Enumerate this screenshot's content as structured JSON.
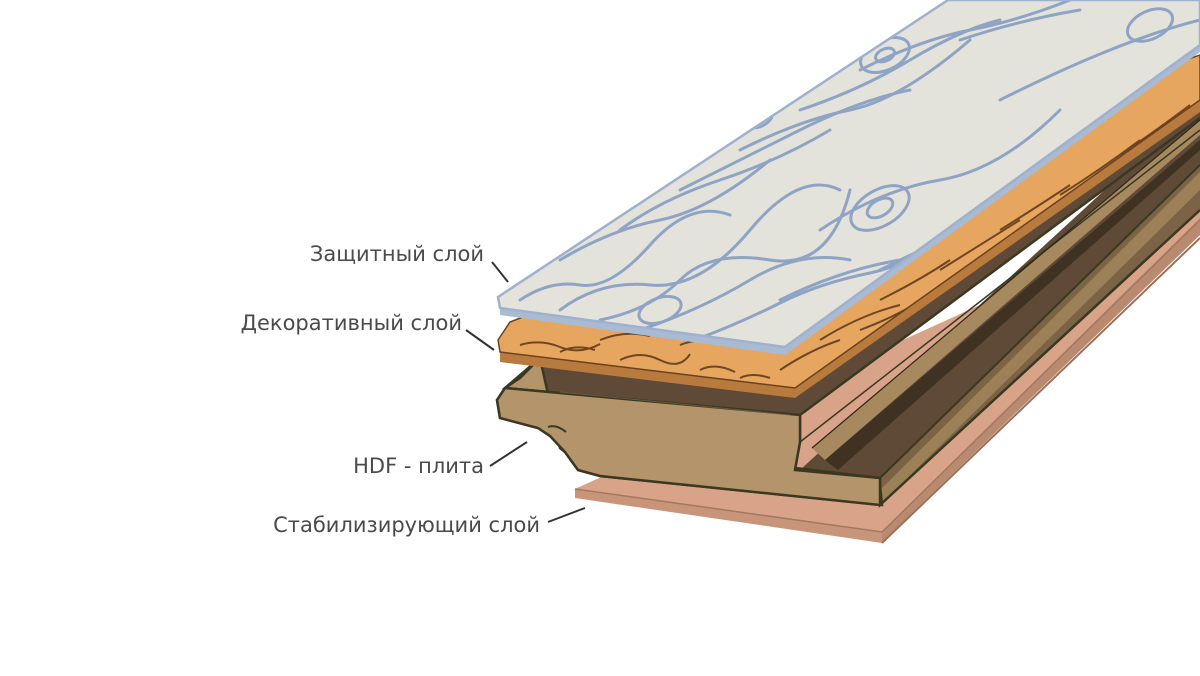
{
  "diagram": {
    "labels": {
      "protective_layer": "Защитный слой",
      "decorative_layer": "Декоративный слой",
      "hdf_board": "HDF - плита",
      "stabilizing_layer": "Стабилизирующий слой"
    },
    "colors": {
      "protective_fill": "#e3e3dc",
      "protective_grain": "#8fa4c4",
      "decorative_fill": "#e6a660",
      "decorative_grain": "#5a3518",
      "hdf_face": "#b4946a",
      "hdf_dark": "#5e4a36",
      "hdf_outline": "#3a3820",
      "stabilizing_fill": "#d8a388",
      "stabilizing_edge": "#b98a70",
      "label_text": "#4a4a4a"
    }
  }
}
